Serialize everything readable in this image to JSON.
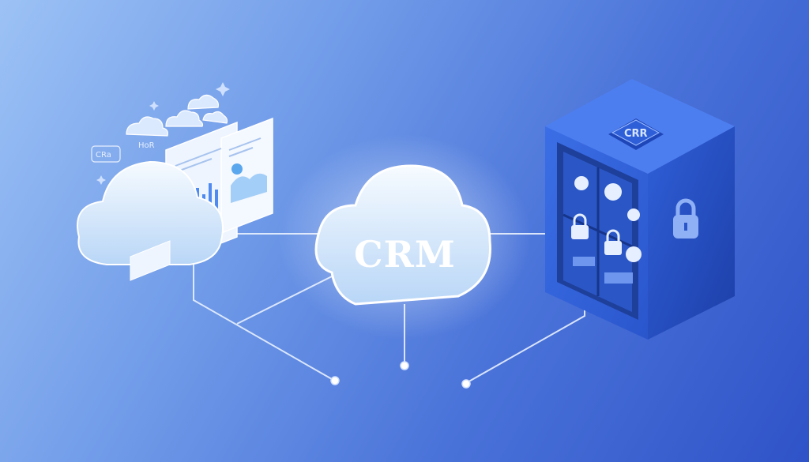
{
  "center_cloud": {
    "label": "CRM"
  },
  "vault": {
    "plate_label": "CRR"
  },
  "left_cluster": {
    "tag_left": "CRa",
    "tag_mid": "HoR"
  },
  "colors": {
    "background_start": "#9cc2f5",
    "background_end": "#2f53c8",
    "cloud_fill": "#e8f3ff",
    "vault_front": "#2f5fd8",
    "vault_side": "#2447b6",
    "line": "#e9f1ff"
  },
  "icons": [
    "cloud-icon",
    "lock-icon",
    "dashboard-panel",
    "sparkle-icon"
  ]
}
